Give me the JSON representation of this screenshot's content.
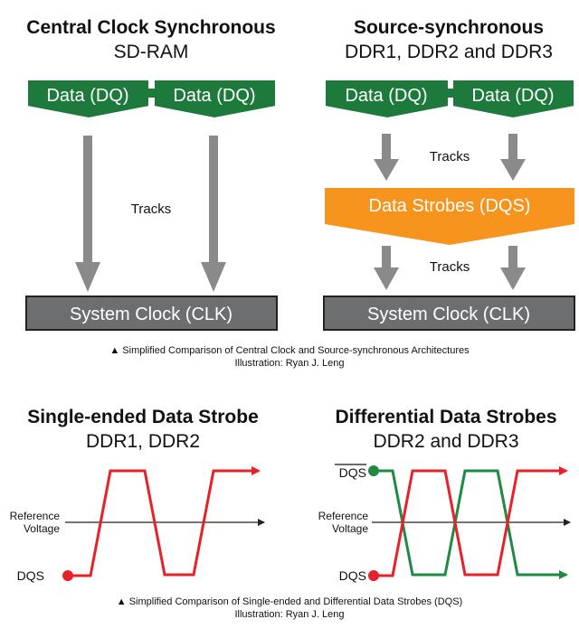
{
  "top": {
    "left_title": "Central Clock Synchronous",
    "left_subtitle": "SD-RAM",
    "right_title": "Source-synchronous",
    "right_subtitle": "DDR1, DDR2 and DDR3",
    "data_label": "Data (DQ)",
    "tracks_label": "Tracks",
    "strobe_label": "Data Strobes (DQS)",
    "clock_label": "System Clock (CLK)",
    "caption": "▲ Simplified Comparison of Central Clock and Source-synchronous Architectures",
    "credit": "Illustration: Ryan J. Leng"
  },
  "bottom": {
    "left_title": "Single-ended Data Strobe",
    "left_subtitle": "DDR1, DDR2",
    "right_title": "Differential Data Strobes",
    "right_subtitle": "DDR2 and DDR3",
    "ref_line1": "Reference",
    "ref_line2": "Voltage",
    "dqs_label": "DQS",
    "dqs_bar_label": "DQS",
    "caption": "▲ Simplified Comparison of Single-ended and Differential Data Strobes (DQS)",
    "credit": "Illustration: Ryan J. Leng"
  },
  "colors": {
    "green": "#1e7a3c",
    "orange": "#f7941d",
    "gray_box": "#6d6e70",
    "arrow_gray": "#8a8a8a",
    "red": "#e8202a",
    "signal_green": "#1e8a42"
  }
}
